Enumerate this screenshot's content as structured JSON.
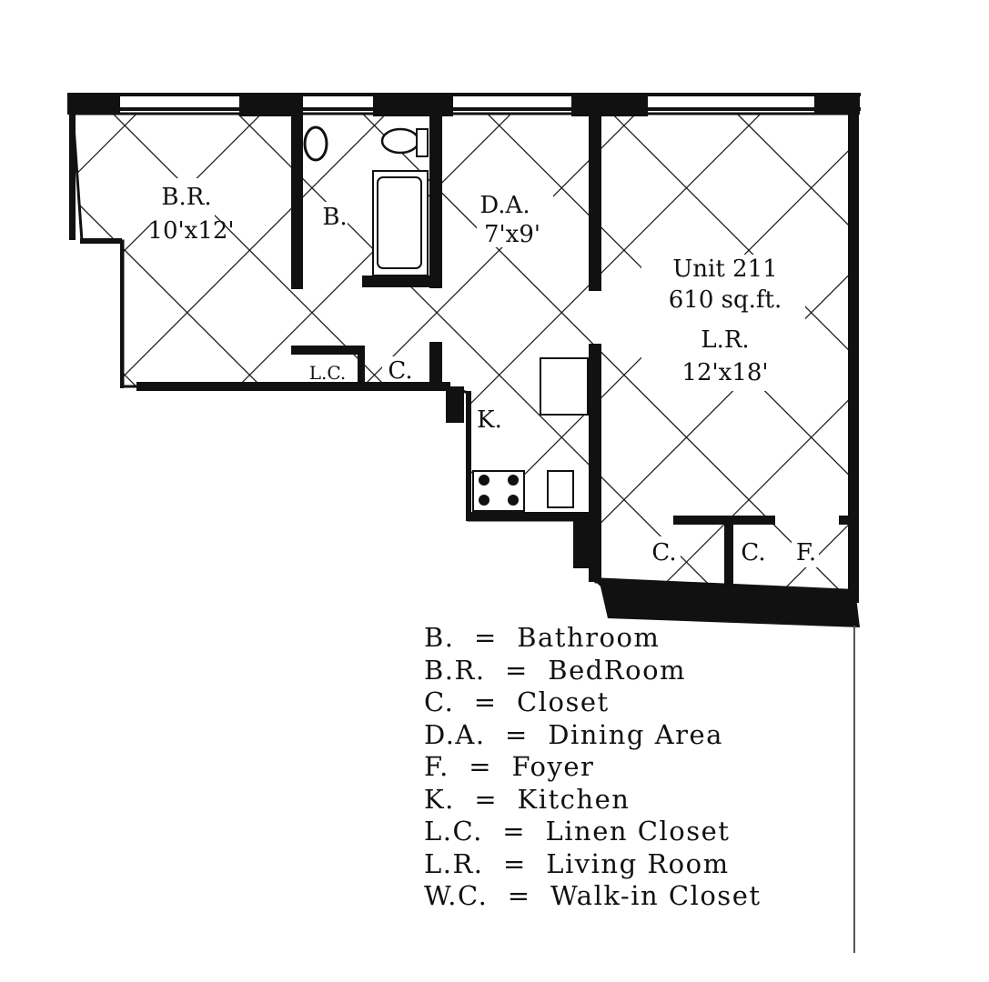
{
  "plan": {
    "unit": "Unit 211",
    "area": "610 sq.ft.",
    "rooms": [
      {
        "abbr": "B.R.",
        "size": "10'x12'"
      },
      {
        "abbr": "B.",
        "size": ""
      },
      {
        "abbr": "D.A.",
        "size": "7'x9'"
      },
      {
        "abbr": "L.R.",
        "size": "12'x18'"
      },
      {
        "abbr": "L.C.",
        "size": ""
      },
      {
        "abbr": "C.",
        "size": ""
      },
      {
        "abbr": "K.",
        "size": ""
      },
      {
        "abbr": "C.",
        "size": ""
      },
      {
        "abbr": "C.",
        "size": ""
      },
      {
        "abbr": "F.",
        "size": ""
      }
    ],
    "colors": {
      "ink": "#111111",
      "paper": "#ffffff"
    }
  },
  "legend": [
    "B.  =  Bathroom",
    "B.R.  =  BedRoom",
    "C.  =  Closet",
    "D.A.  =  Dining Area",
    "F.  =  Foyer",
    "K.  =  Kitchen",
    "L.C.  =  Linen Closet",
    "L.R.  =  Living Room",
    "W.C.  =  Walk-in Closet"
  ]
}
